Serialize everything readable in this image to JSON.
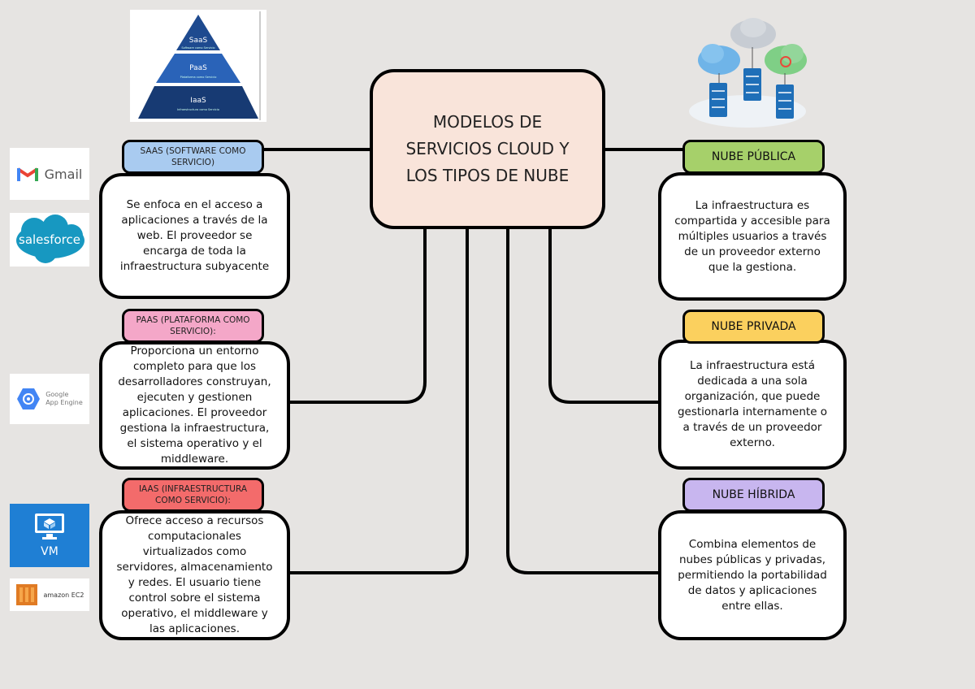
{
  "center": {
    "title_line1": "MODELOS DE",
    "title_line2": "SERVICIOS CLOUD  Y",
    "title_line3": "LOS TIPOS DE NUBE"
  },
  "pyramid": {
    "saas": "SaaS",
    "saas_sub": "Software como Servicio",
    "paas": "PaaS",
    "paas_sub": "Plataforma como Servicio",
    "iaas": "IaaS",
    "iaas_sub": "Infraestructura como Servicio"
  },
  "left": [
    {
      "tag": "SAAS (SOFTWARE COMO SERVICIO)",
      "text": "Se enfoca en el acceso a aplicaciones a través de la web. El proveedor se encarga de toda la infraestructura subyacente",
      "color": "#a9cbf0"
    },
    {
      "tag": "PAAS (PLATAFORMA COMO SERVICIO):",
      "text": "Proporciona un entorno completo para que los desarrolladores construyan, ejecuten y gestionen aplicaciones. El proveedor gestiona la infraestructura, el sistema operativo y el middleware.",
      "color": "#f4a7c8"
    },
    {
      "tag": "IAAS (INFRAESTRUCTURA COMO SERVICIO):",
      "text": "Ofrece acceso a recursos computacionales virtualizados como servidores, almacenamiento y redes. El usuario tiene control sobre el sistema operativo, el middleware y las aplicaciones.",
      "color": "#f36b6b"
    }
  ],
  "right": [
    {
      "tag": "NUBE PÚBLICA",
      "text": "La infraestructura es compartida y accesible para múltiples usuarios a través de un proveedor externo que la gestiona.",
      "color": "#a6d06a"
    },
    {
      "tag": "NUBE PRIVADA",
      "text": "La infraestructura está dedicada a una sola organización, que puede gestionarla internamente o a través de un proveedor externo.",
      "color": "#fbd05e"
    },
    {
      "tag": "NUBE HÍBRIDA",
      "text": "Combina elementos de nubes públicas y privadas, permitiendo la portabilidad de datos y aplicaciones entre ellas.",
      "color": "#c8b6ef"
    }
  ],
  "logos": {
    "gmail": "Gmail",
    "salesforce": "salesforce",
    "appengine_1": "Google",
    "appengine_2": "App Engine",
    "vm": "VM",
    "ec2": "amazon EC2"
  }
}
